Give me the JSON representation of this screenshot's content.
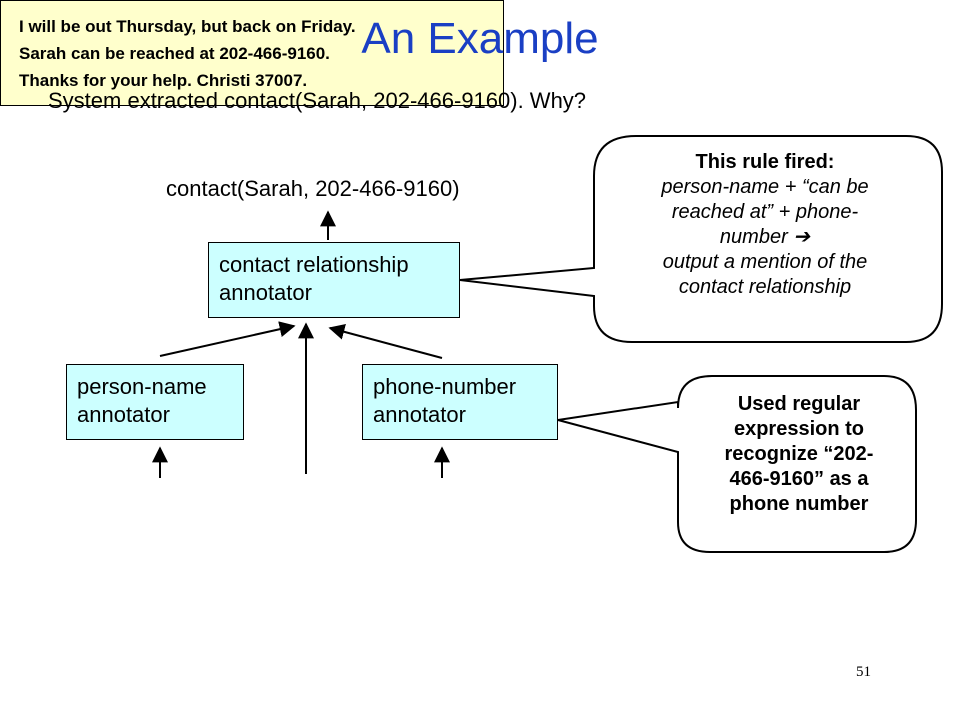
{
  "slide": {
    "title": "An Example",
    "subtitle": "System extracted contact(Sarah, 202-466-9160). Why?",
    "page_number": "51"
  },
  "diagram": {
    "output_label": "contact(Sarah, 202-466-9160)",
    "contact_annotator": [
      "contact relationship",
      "annotator"
    ],
    "person_annotator": [
      "person-name",
      "annotator"
    ],
    "phone_annotator": [
      "phone-number",
      "annotator"
    ],
    "input_text": [
      "I will be out Thursday, but back on Friday.",
      "Sarah can be reached at 202-466-9160.",
      "Thanks for your help.  Christi 37007."
    ]
  },
  "callouts": {
    "rule": {
      "heading": "This rule fired:",
      "lines": [
        "person-name +  “can be",
        "reached at” +  phone-",
        "number ➔",
        "output a mention of the",
        "contact relationship"
      ]
    },
    "regex": {
      "lines": [
        "Used regular",
        "expression to",
        "recognize “202-",
        "466-9160” as a",
        "phone number"
      ]
    }
  },
  "colors": {
    "title": "#1a3fc4",
    "annotator_fill": "#ccffff",
    "text_fill": "#ffffcc"
  }
}
